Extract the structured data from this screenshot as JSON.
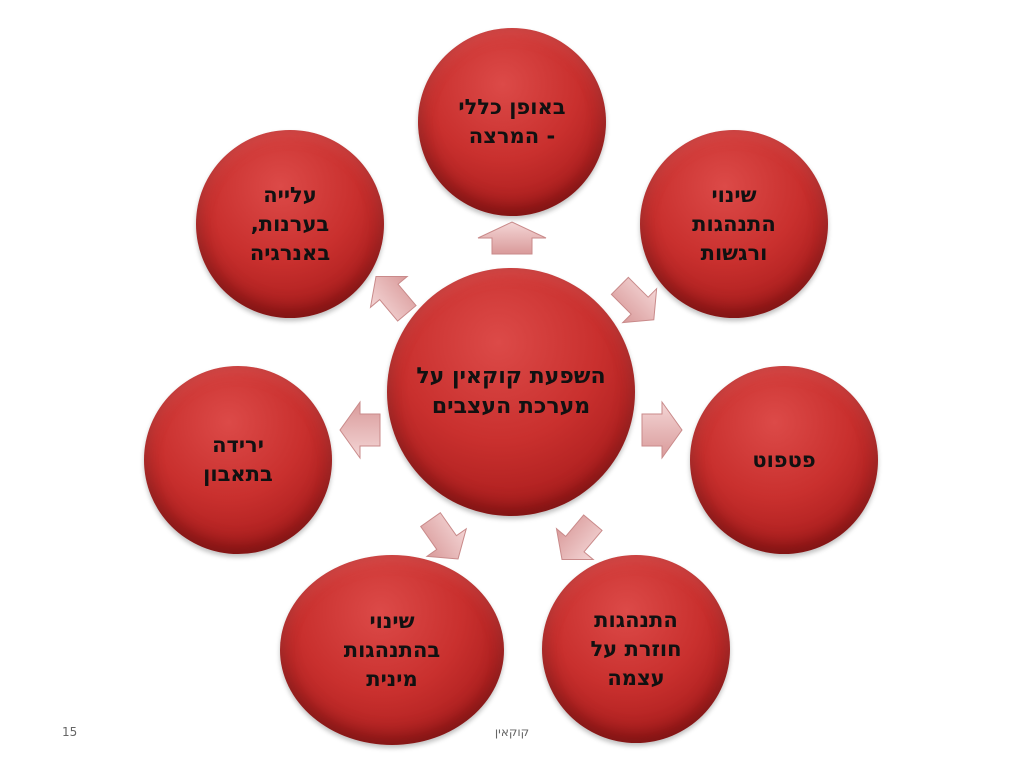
{
  "diagram": {
    "center": "השפעת קוקאין על מערכת העצבים",
    "nodes": [
      {
        "id": "top",
        "label": "באופן כללי - המרצה"
      },
      {
        "id": "top-right",
        "label": "שינוי התנהגות ורגשות"
      },
      {
        "id": "right",
        "label": "פטפוט"
      },
      {
        "id": "bottom-right",
        "label": "התנהגות חוזרת על עצמה"
      },
      {
        "id": "bottom-left",
        "label": "שינוי בהתנהגות מינית"
      },
      {
        "id": "left",
        "label": "ירידה בתאבון"
      },
      {
        "id": "top-left",
        "label": "עלייה בערנות, באנרגיה"
      }
    ]
  },
  "footer": {
    "title": "קוקאין",
    "page_number": "15"
  },
  "colors": {
    "node_fill": "#c9302e",
    "node_dark": "#8c1414",
    "arrow_fill": "#e8b4b4",
    "arrow_stroke": "#c98a8a"
  }
}
